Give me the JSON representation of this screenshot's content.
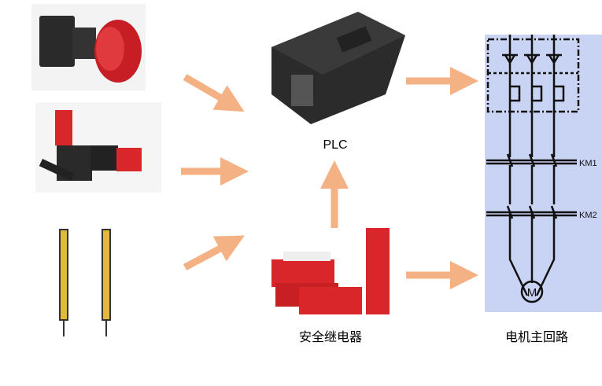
{
  "labels": {
    "plc": "PLC",
    "safety_relay": "安全继电器",
    "motor_circuit": "电机主回路"
  },
  "circuit": {
    "km1": "KM1",
    "km2": "KM2",
    "motor": "M"
  },
  "colors": {
    "arrow": "#f4b183",
    "red": "#d9262b",
    "circuit_bg": "#c9d3f3",
    "light_curtain": "#e2b93b"
  }
}
